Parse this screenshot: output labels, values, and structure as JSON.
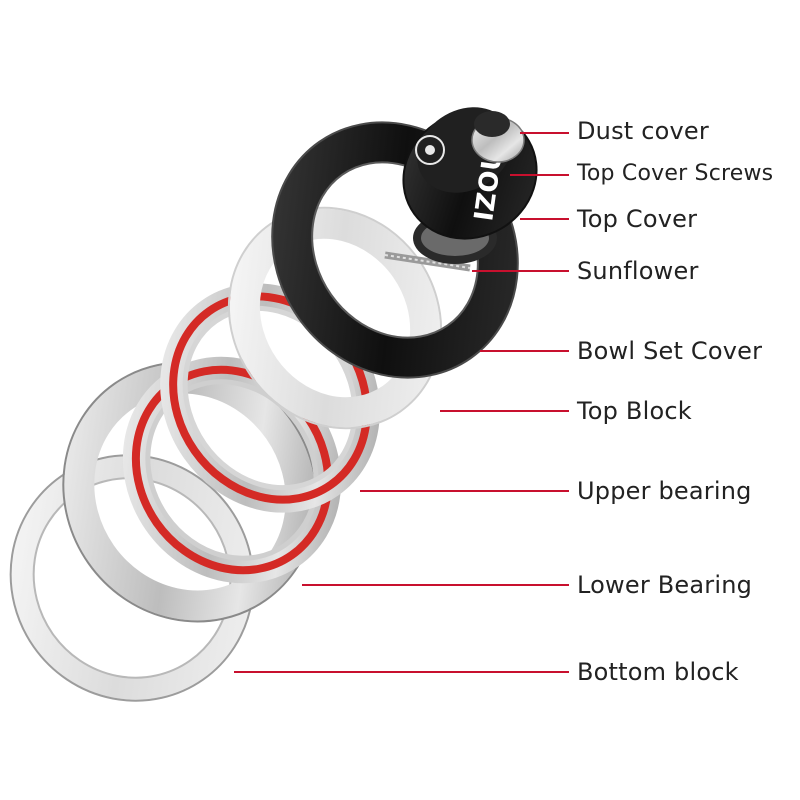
{
  "colors": {
    "leader": "#c8102e",
    "label_text": "#222222",
    "anodized_black": "#1a1a1a",
    "silver": "#c9c9c9",
    "bearing_seal": "#d42a25"
  },
  "brand_mark": "IZOUZI",
  "callouts": [
    {
      "id": "dust-cover",
      "label": "Dust cover"
    },
    {
      "id": "top-cover-screws",
      "label": "Top Cover Screws"
    },
    {
      "id": "top-cover",
      "label": "Top Cover"
    },
    {
      "id": "sunflower",
      "label": "Sunflower"
    },
    {
      "id": "bowl-set-cover",
      "label": "Bowl Set Cover"
    },
    {
      "id": "top-block",
      "label": "Top Block"
    },
    {
      "id": "upper-bearing",
      "label": "Upper bearing"
    },
    {
      "id": "lower-bearing",
      "label": "Lower Bearing"
    },
    {
      "id": "bottom-block",
      "label": "Bottom block"
    }
  ]
}
